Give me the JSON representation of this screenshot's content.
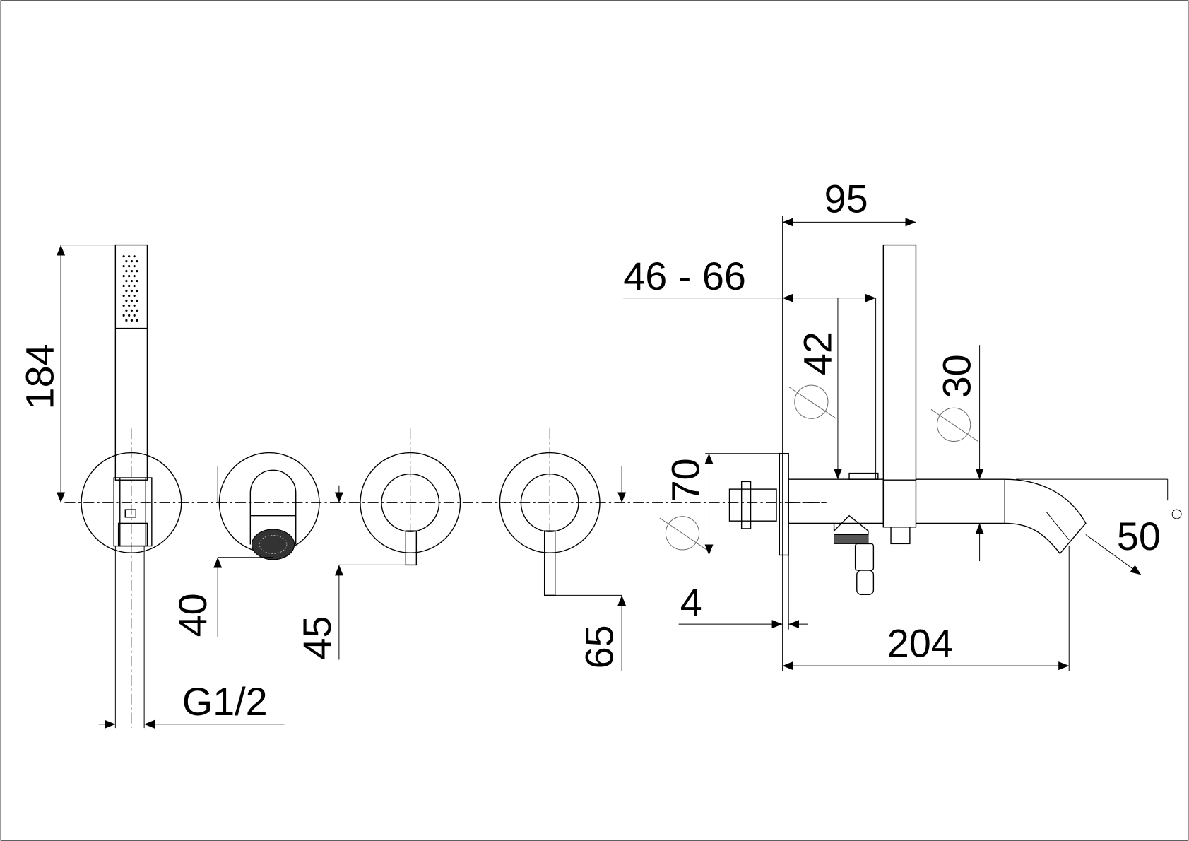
{
  "drawing": {
    "title": "Wall-mounted bath mixer set with hand shower – dimensional drawing",
    "line_color": "#000000",
    "background": "#ffffff",
    "dimensions": {
      "hand_shower_height": "184",
      "connection_thread": "G1/2",
      "spout_projection_small": "40",
      "lever_projection_45": "45",
      "lever_projection_65": "65",
      "overall_depth_to_shower": "95",
      "wall_adjustment_range": "46 - 66",
      "body_diameter": "42",
      "spout_diameter": "30",
      "plate_diameter": "70",
      "plate_thickness": "4",
      "spout_length": "204",
      "spout_angle": "50",
      "degree_symbol": "°"
    }
  }
}
